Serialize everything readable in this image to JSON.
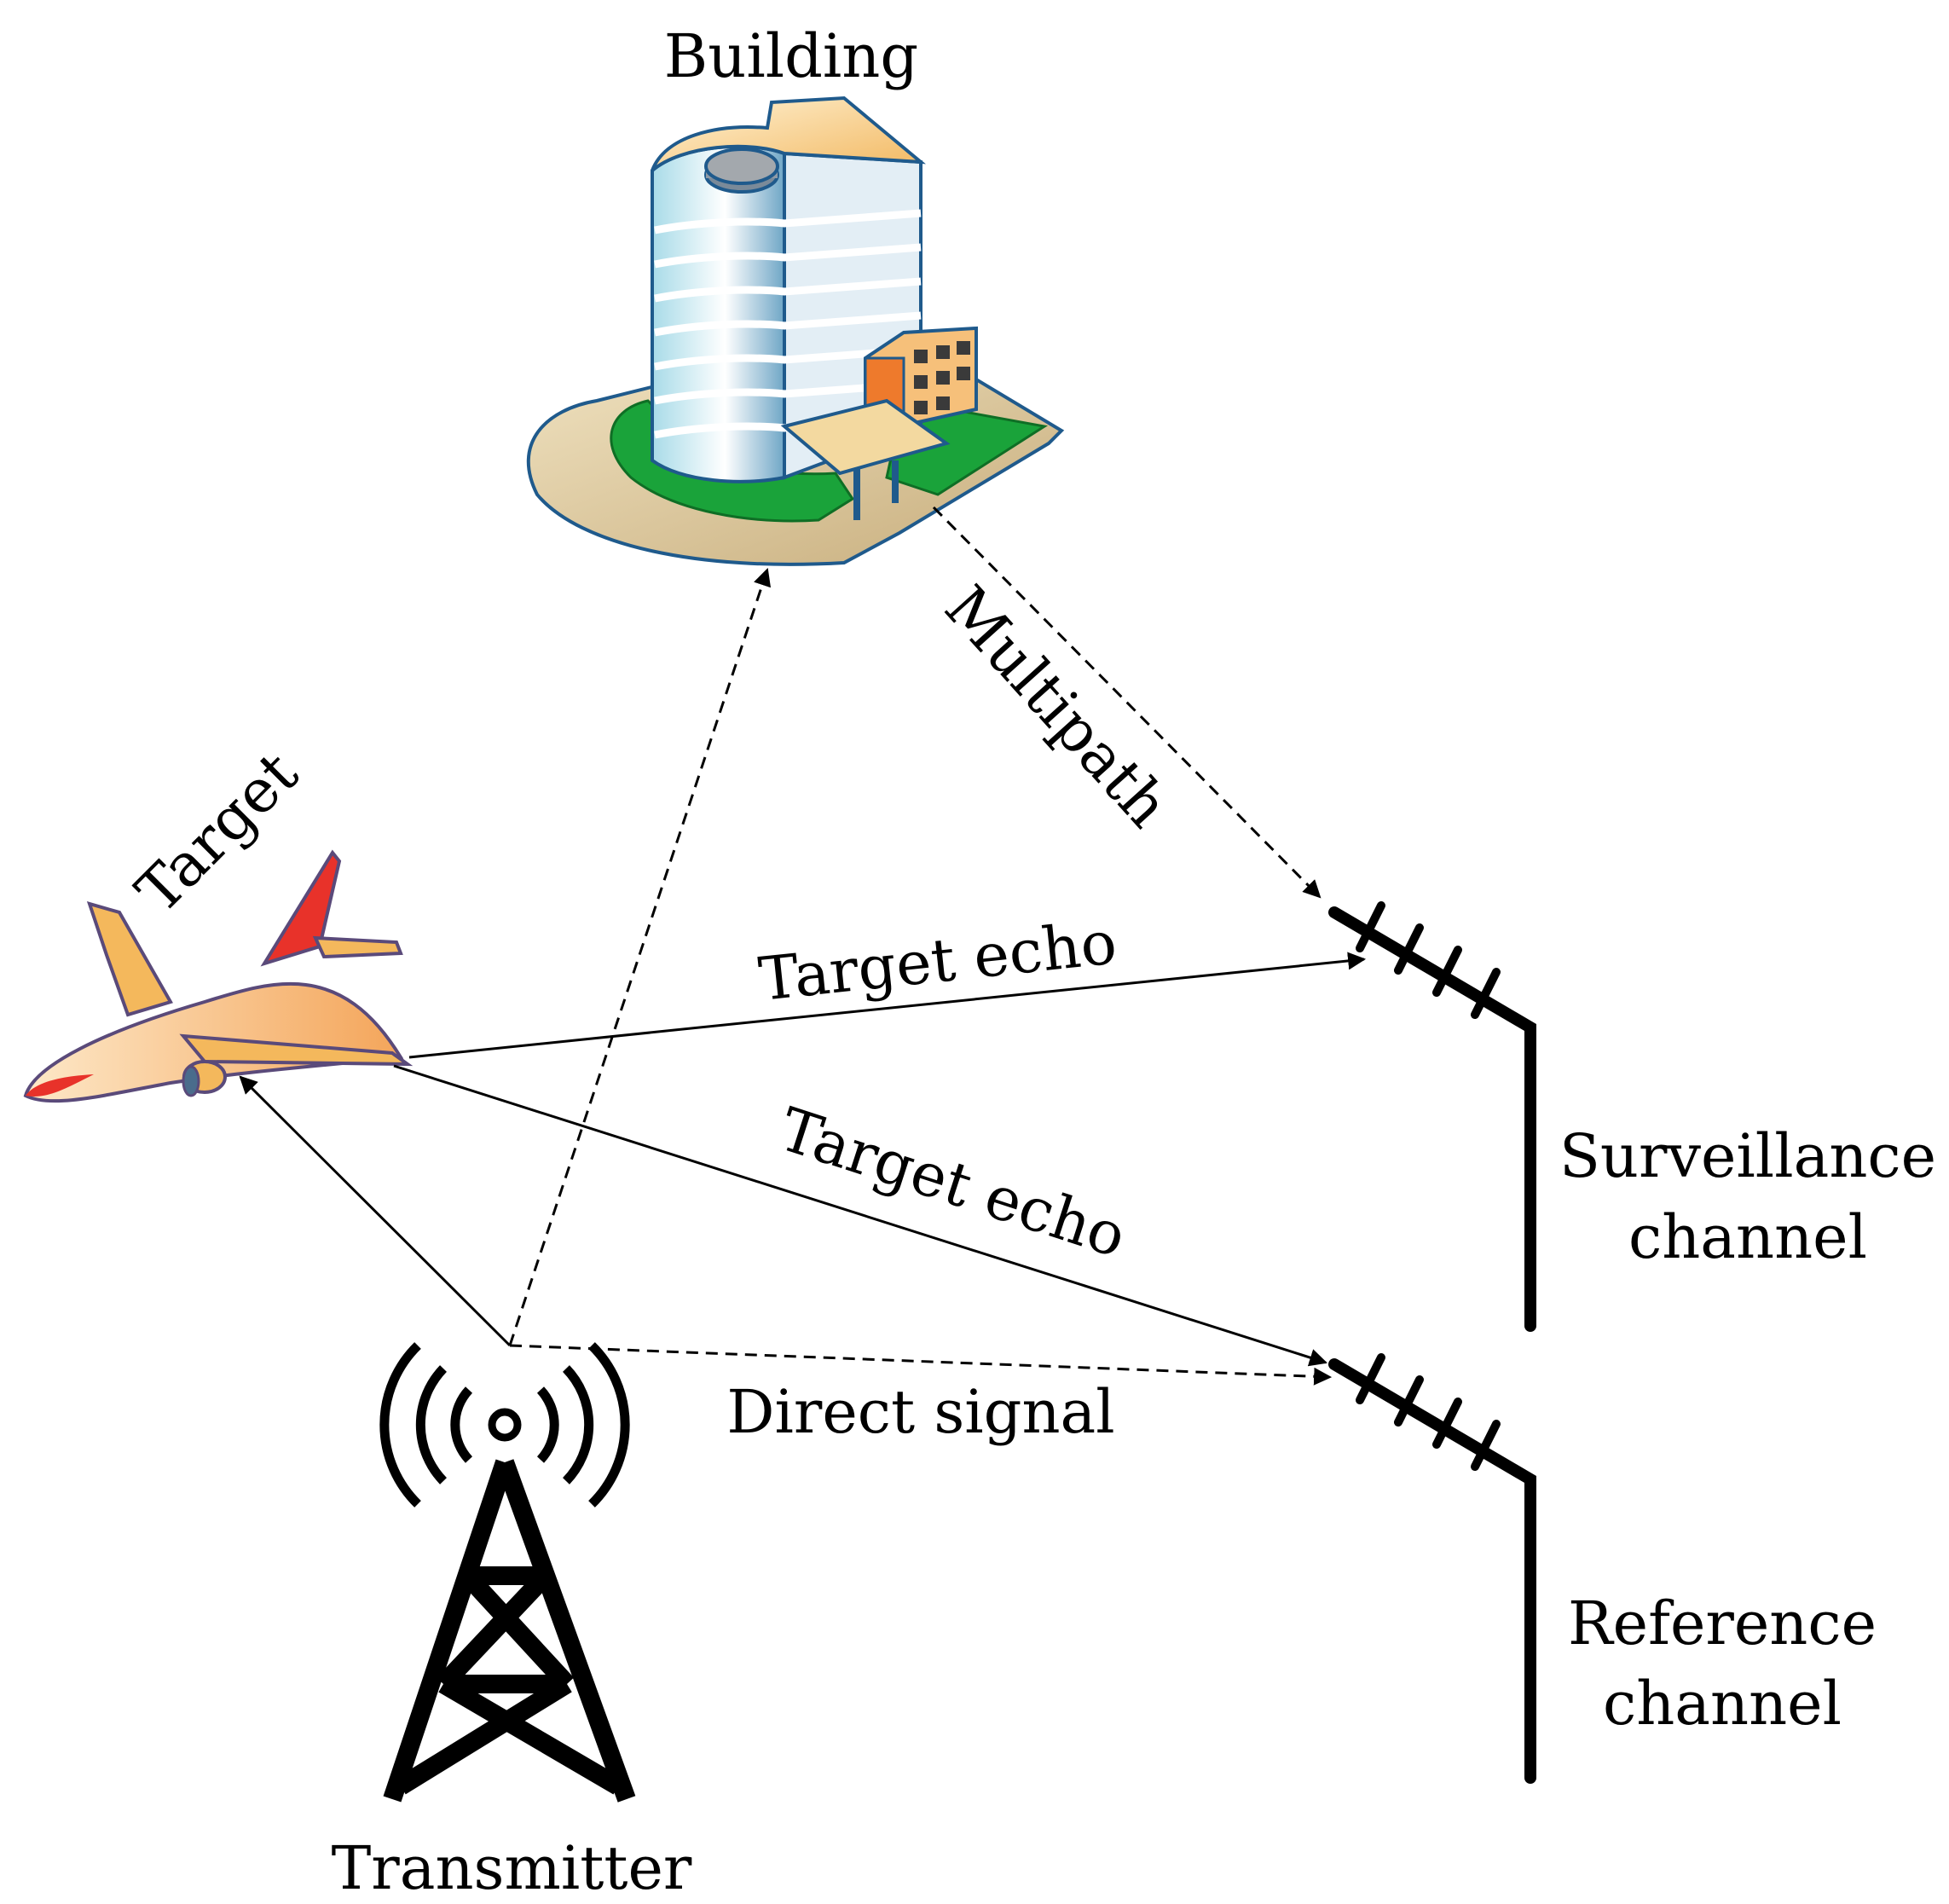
{
  "labels": {
    "building": "Building",
    "multipath": "Multipath",
    "target": "Target",
    "target_echo_upper": "Target echo",
    "target_echo_lower": "Target echo",
    "direct_signal": "Direct signal",
    "surveillance_line1": "Surveillance",
    "surveillance_line2": "channel",
    "reference_line1": "Reference",
    "reference_line2": "channel",
    "transmitter": "Transmitter"
  },
  "colors": {
    "line": "#000000",
    "building_outline": "#1f5a8c",
    "lawn": "#1aa33a",
    "plaza": "#d8c39a",
    "plane_body": "#f6c98e",
    "plane_accent": "#e8322a"
  }
}
